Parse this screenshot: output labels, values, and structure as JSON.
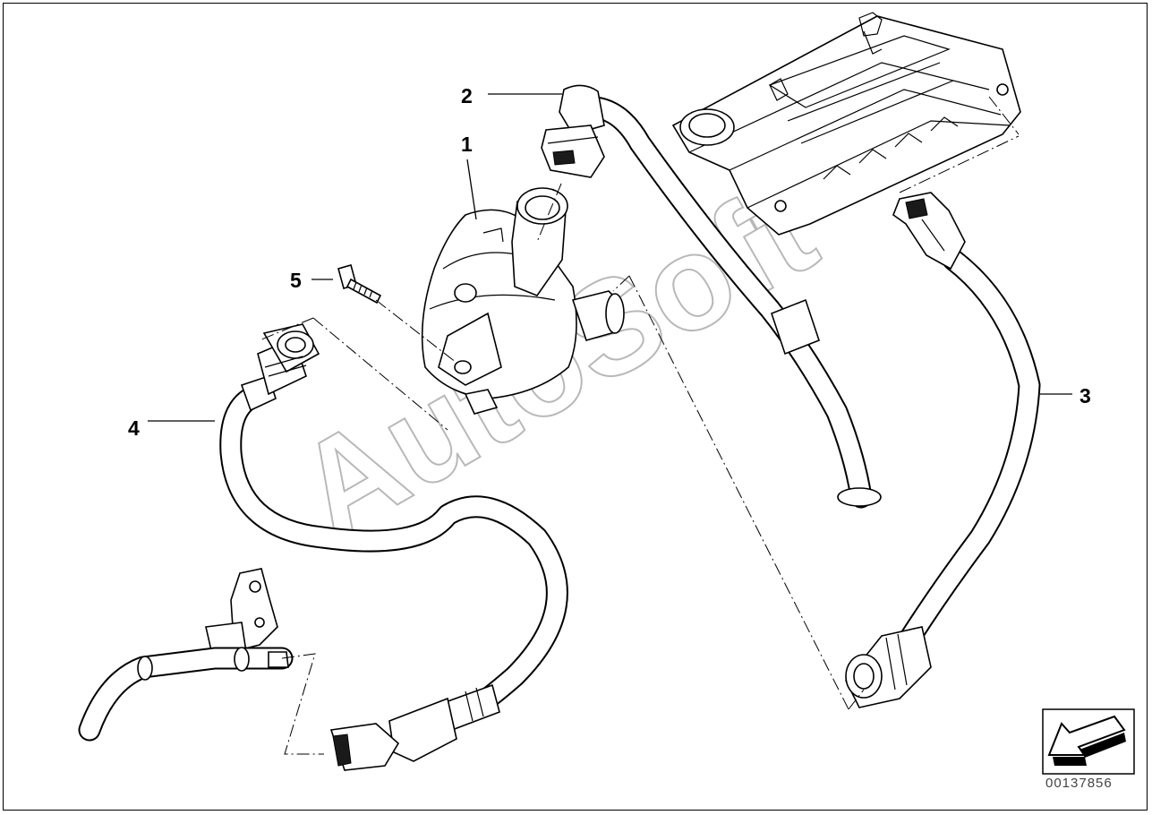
{
  "diagram": {
    "callouts": [
      {
        "label": "1",
        "part": "ventilation valve housing"
      },
      {
        "label": "2",
        "part": "upper vent hose"
      },
      {
        "label": "3",
        "part": "right vent hose"
      },
      {
        "label": "4",
        "part": "lower vent hose"
      },
      {
        "label": "5",
        "part": "screw"
      }
    ],
    "watermark": "AutoSoft",
    "part_number": "00137856",
    "orientation_icon": "front-direction-arrow-icon",
    "colors": {
      "line": "#000000",
      "background": "#ffffff",
      "watermark": "#b8b8b8"
    }
  }
}
